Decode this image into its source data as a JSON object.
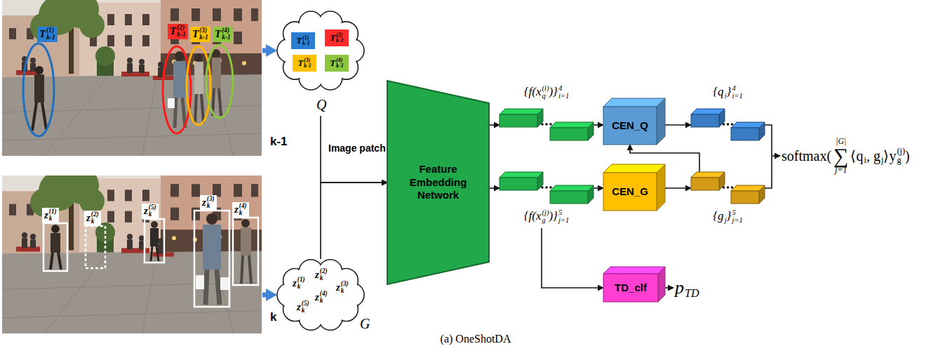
{
  "diagram": {
    "caption": "(a) OneShotDA",
    "nodes": [
      {
        "text": [
          "T",
          "(1)",
          "k-1",
          "T",
          "(2)",
          "k-1",
          "T",
          "(3)",
          "k-1",
          "T",
          "(4)",
          "k-1",
          "k-1"
        ]
      },
      {
        "text": [
          "z",
          "(1)",
          "k",
          "z",
          "(2)",
          "k",
          "z",
          "(3)",
          "k",
          "z",
          "(4)",
          "k",
          "z",
          "(5)",
          "k",
          "k"
        ]
      },
      {
        "text": [
          "Q"
        ]
      },
      {
        "text": [
          "T",
          "(1)",
          "k-1"
        ],
        "in": 2
      },
      {
        "text": [
          "T",
          "(2)",
          "k-1"
        ],
        "in": 2
      },
      {
        "text": [
          "T",
          "(3)",
          "k-1"
        ],
        "in": 2
      },
      {
        "text": [
          "T",
          "(4)",
          "k-1"
        ],
        "in": 2
      },
      {
        "text": [
          "z",
          "(1)",
          "k",
          "z",
          "(2)",
          "k",
          "z",
          "(3)",
          "k",
          "z",
          "(4)",
          "k",
          "z",
          "(5)",
          "k",
          "G"
        ]
      },
      {
        "text": [
          "Feature Embedding Network"
        ]
      },
      {
        "text": [
          "{f(x",
          "(i)",
          "q",
          ")}",
          "4",
          "i=1"
        ]
      },
      {
        "text": [
          "{f(x",
          "(j)",
          "g",
          ")}",
          "5",
          "j=1"
        ]
      },
      {
        "text": [
          "CEN_Q"
        ]
      },
      {
        "text": [
          "CEN_G"
        ]
      },
      {
        "text": [
          "{q",
          "i",
          "}",
          "4",
          "i=1"
        ]
      },
      {
        "text": [
          "{g",
          "j",
          "}",
          "5",
          "j=1"
        ]
      },
      {
        "text": [
          "TD_clf"
        ]
      }
    ],
    "edges": [
      {
        "from": 0,
        "to": 2,
        "arrow": "to"
      },
      {
        "from": 1,
        "to": 7,
        "arrow": "to"
      },
      {
        "from": 2,
        "to": 8,
        "arrow": "to"
      },
      {
        "from": 7,
        "to": 8,
        "arrow": "to"
      },
      {
        "from": 8,
        "to": 9,
        "arrow": "to"
      },
      {
        "from": 8,
        "to": 10,
        "arrow": "to"
      },
      {
        "from": 9,
        "to": 11,
        "arrow": "to"
      },
      {
        "from": 10,
        "to": 12,
        "arrow": "to"
      },
      {
        "from": 12,
        "to": 14,
        "arrow": "to"
      },
      {
        "from": 14,
        "to": 11,
        "arrow": "to"
      },
      {
        "from": 11,
        "to": 13,
        "arrow": "to"
      },
      {
        "from": 10,
        "to": 15,
        "arrow": "to"
      }
    ],
    "labels": [
      "Image patch",
      "softmax(",
      "|G|",
      "∑",
      "j=1",
      "⟨q",
      "i",
      ", g",
      "j",
      "⟩y",
      "(j)",
      "g",
      ")",
      "p",
      "TD"
    ]
  }
}
